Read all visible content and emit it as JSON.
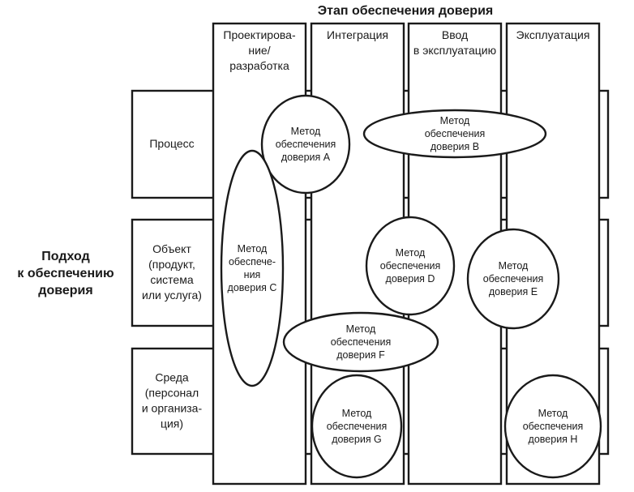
{
  "title": "Этап обеспечения доверия",
  "side_title": [
    "Подход",
    "к обеспечению",
    "доверия"
  ],
  "columns": [
    {
      "id": "design",
      "label": [
        "Проектирова-",
        "ние/",
        "разработка"
      ]
    },
    {
      "id": "integration",
      "label": [
        "Интеграция"
      ]
    },
    {
      "id": "commissioning",
      "label": [
        "Ввод",
        "в эксплуатацию"
      ]
    },
    {
      "id": "operation",
      "label": [
        "Эксплуатация"
      ]
    }
  ],
  "rows": [
    {
      "id": "process",
      "label": [
        "Процесс"
      ]
    },
    {
      "id": "object",
      "label": [
        "Объект",
        "(продукт,",
        "система",
        "или услуга)"
      ]
    },
    {
      "id": "environment",
      "label": [
        "Среда",
        "(персонал",
        "и организа-",
        "ция)"
      ]
    }
  ],
  "methods": [
    {
      "id": "A",
      "label": [
        "Метод",
        "обеспечения",
        "доверия A"
      ],
      "shape": "circle"
    },
    {
      "id": "B",
      "label": [
        "Метод",
        "обеспечения",
        "доверия B"
      ],
      "shape": "ellipse"
    },
    {
      "id": "C",
      "label": [
        "Метод",
        "обеспече-",
        "ния",
        "доверия C"
      ],
      "shape": "ellipse"
    },
    {
      "id": "D",
      "label": [
        "Метод",
        "обеспечения",
        "доверия D"
      ],
      "shape": "circle"
    },
    {
      "id": "E",
      "label": [
        "Метод",
        "обеспечения",
        "доверия E"
      ],
      "shape": "circle"
    },
    {
      "id": "F",
      "label": [
        "Метод",
        "обеспечения",
        "доверия F"
      ],
      "shape": "ellipse"
    },
    {
      "id": "G",
      "label": [
        "Метод",
        "обеспечения",
        "доверия G"
      ],
      "shape": "circle"
    },
    {
      "id": "H",
      "label": [
        "Метод",
        "обеспечения",
        "доверия H"
      ],
      "shape": "circle"
    }
  ]
}
